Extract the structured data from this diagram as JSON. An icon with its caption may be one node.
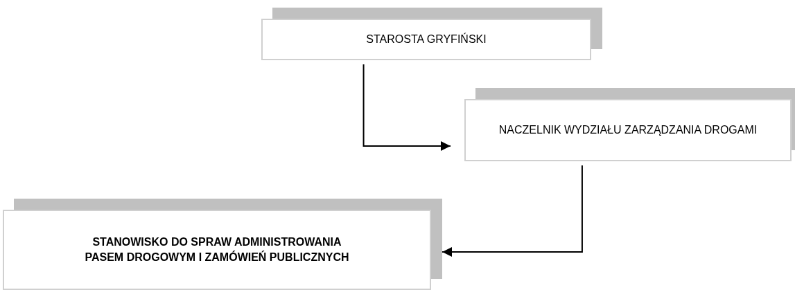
{
  "diagram": {
    "nodes": [
      {
        "text": [
          "STAROSTA GRYFIŃSKI"
        ]
      },
      {
        "text": [
          "NACZELNIK WYDZIAŁU ZARZĄDZANIA DROGAMI"
        ]
      },
      {
        "text": [
          "STANOWISKO DO SPRAW ADMINISTROWANIA PASEM DROGOWYM I ZAMÓWIEŃ PUBLICZNYCH"
        ]
      }
    ],
    "edges": [
      {
        "from": 0,
        "to": 1,
        "arrow": "to"
      },
      {
        "from": 1,
        "to": 2,
        "arrow": "to"
      }
    ]
  }
}
